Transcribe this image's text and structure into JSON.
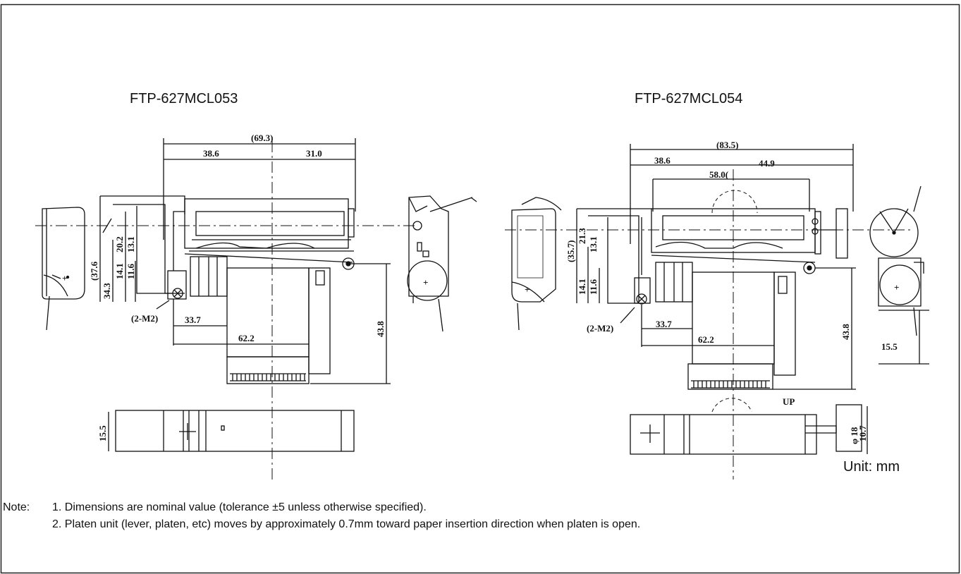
{
  "left_drawing": {
    "model": "FTP-627MCL053",
    "dims": {
      "overall_width": "(69.3)",
      "left_width": "38.6",
      "right_width": "31.0",
      "v_37_6": "(37.6",
      "v_34_3": "34.3",
      "v_20_2": "20.2",
      "v_13_1": "13.1",
      "v_14_1": "14.1",
      "v_11_6": "11.6",
      "screw": "(2-M2)",
      "h_33_7": "33.7",
      "h_62_2": "62.2",
      "v_43_8": "43.8",
      "bottom_height": "15.5"
    }
  },
  "right_drawing": {
    "model": "FTP-627MCL054",
    "dims": {
      "overall_width": "(83.5)",
      "left_width": "38.6",
      "right_width": "44.9",
      "inner_width": "58.0(",
      "v_35_7": "(35.7)",
      "v_21_3": "21.3",
      "v_13_1": "13.1",
      "v_14_1": "14.1",
      "v_11_6": "11.6",
      "screw": "(2-M2)",
      "h_33_7": "33.7",
      "h_62_2": "62.2",
      "v_43_8": "43.8",
      "side_15_5": "15.5",
      "up_label": "UP",
      "phi_18": "φ 18",
      "v_10_7": "10.7"
    }
  },
  "unit_label": "Unit: mm",
  "notes": {
    "label": "Note:",
    "items": [
      "1. Dimensions are nominal value (tolerance ±5 unless otherwise specified).",
      "2. Platen unit (lever, platen, etc) moves by approximately 0.7mm toward paper insertion direction when platen is open."
    ]
  }
}
